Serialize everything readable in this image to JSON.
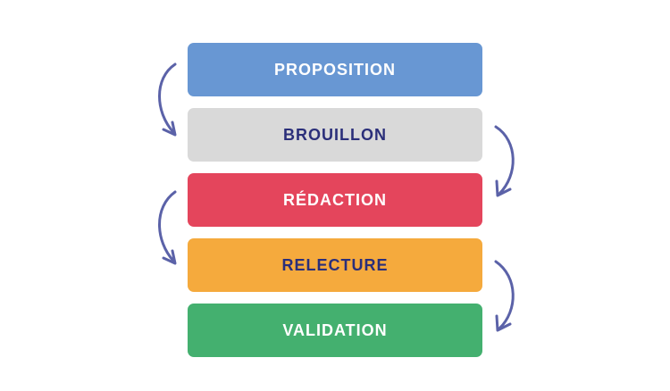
{
  "stages": [
    {
      "label": "PROPOSITION",
      "color": "#6897d3",
      "text_color": "#ffffff"
    },
    {
      "label": "BROUILLON",
      "color": "#d9d9d9",
      "text_color": "#2b2f7a"
    },
    {
      "label": "RÉDACTION",
      "color": "#e4455c",
      "text_color": "#ffffff"
    },
    {
      "label": "RELECTURE",
      "color": "#f5aa3d",
      "text_color": "#2b2f7a"
    },
    {
      "label": "VALIDATION",
      "color": "#44b06f",
      "text_color": "#ffffff"
    }
  ],
  "arrow_color": "#5b62a8"
}
